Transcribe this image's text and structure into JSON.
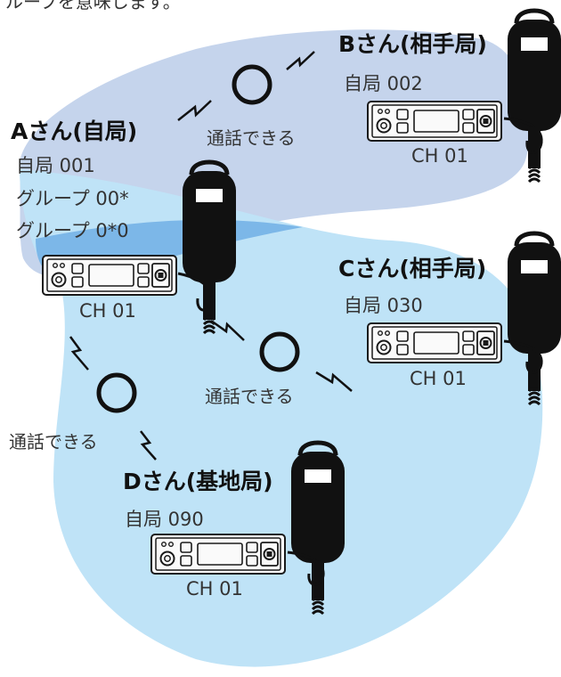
{
  "intro_fragment": "ループを意味します。",
  "circle_symbol": "○",
  "zones": {
    "group_b_color": "#c5d4ec",
    "group_main_color": "#bfe3f7",
    "overlap_color": "#7cb7e8"
  },
  "stations": {
    "a": {
      "name": "Aさん(自局)",
      "lines": [
        "自局 001",
        "グループ 00*",
        "グループ 0*0"
      ],
      "channel": "CH 01"
    },
    "b": {
      "name": "Bさん(相手局)",
      "lines": [
        "自局 002"
      ],
      "channel": "CH 01"
    },
    "c": {
      "name": "Cさん(相手局)",
      "lines": [
        "自局 030"
      ],
      "channel": "CH 01"
    },
    "d": {
      "name": "Dさん(基地局)",
      "lines": [
        "自局 090"
      ],
      "channel": "CH 01"
    }
  },
  "links": {
    "ab": {
      "label": "通話できる"
    },
    "ac": {
      "label": "通話できる"
    },
    "ad": {
      "label": "通話できる"
    }
  }
}
